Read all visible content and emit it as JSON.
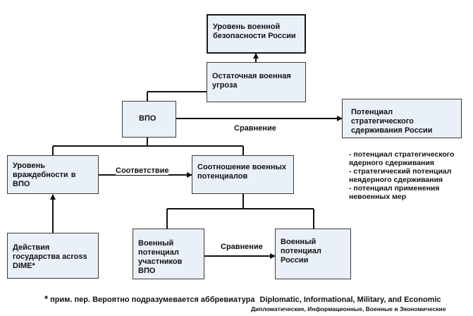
{
  "nodes": {
    "security_level": "Уровень военной безопасности России",
    "residual_threat": "Остаточная военная угроза",
    "vpo": "ВПО",
    "deterrence_potential": "Потенциал стратегического сдерживания России",
    "hostility_level": "Уровень враждебности в ВПО",
    "military_balance": "Соотношение военных потенциалов",
    "state_actions": "Действия государства across DIME*",
    "participants_potential": "Военный потенциал участников ВПО",
    "russia_potential": "Военный потенциал России"
  },
  "edges": {
    "comparison_top": "Сравнение",
    "correspondence": "Соответствие",
    "comparison_bottom": "Сравнение"
  },
  "deterrence_components": [
    "- потенциал стратегического ядерного сдерживания",
    "- стратегический потенциал неядерного сдерживания",
    "- потенциал применения невоенных мер"
  ],
  "footnote": {
    "marker": "*",
    "text": "прим. пер. Вероятно подразумевается аббревиатура",
    "expansion": "Diplomatic, Informational, Military, and Economic",
    "translation": "Дипломатические, Информационные, Военные и Экономические"
  }
}
